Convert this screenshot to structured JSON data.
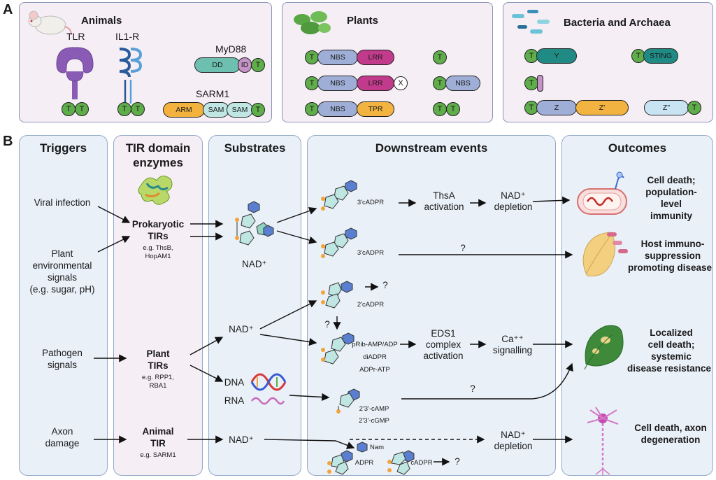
{
  "panelA": {
    "letter": "A",
    "animals": {
      "title": "Animals",
      "tlr": "TLR",
      "il1r": "IL1-R",
      "myd88": "MyD88",
      "sarm1": "SARM1",
      "dd": "DD",
      "id": "ID",
      "arm": "ARM",
      "sam": "SAM",
      "t": "T"
    },
    "plants": {
      "title": "Plants",
      "nbs": "NBS",
      "lrr": "LRR",
      "tpr": "TPR",
      "x": "X",
      "t": "T"
    },
    "bacteria": {
      "title": "Bacteria and Archaea",
      "y": "Y",
      "sting": "STING",
      "z": "Z",
      "zp": "Z'",
      "zpp": "Z\"",
      "t": "T"
    }
  },
  "panelB": {
    "letter": "B",
    "columns": {
      "triggers": "Triggers",
      "enzymes_l1": "TIR domain",
      "enzymes_l2": "enzymes",
      "substrates": "Substrates",
      "downstream": "Downstream events",
      "outcomes": "Outcomes"
    },
    "triggers": {
      "viral": "Viral infection",
      "plant_env_1": "Plant",
      "plant_env_2": "environmental",
      "plant_env_3": "signals",
      "plant_env_4": "(e.g. sugar, pH)",
      "pathogen_1": "Pathogen",
      "pathogen_2": "signals",
      "axon_1": "Axon",
      "axon_2": "damage"
    },
    "enzymes": {
      "prok_1": "Prokaryotic",
      "prok_2": "TIRs",
      "prok_eg_1": "e.g. ThsB,",
      "prok_eg_2": "HopAM1",
      "plant_1": "Plant",
      "plant_2": "TIRs",
      "plant_eg_1": "e.g. RPP1,",
      "plant_eg_2": "RBA1",
      "animal_1": "Animal",
      "animal_2": "TIR",
      "animal_eg": "e.g. SARM1"
    },
    "substrates": {
      "nad1": "NAD⁺",
      "nad2": "NAD⁺",
      "dna": "DNA",
      "rna": "RNA",
      "nad3": "NAD⁺"
    },
    "downstream": {
      "cadpr3a": "3'cADPR",
      "thsa_1": "ThsA",
      "thsa_2": "activation",
      "nad_dep_1": "NAD⁺",
      "nad_dep_2": "depletion",
      "cadpr3b": "3'cADPR",
      "q1": "?",
      "cadpr2": "2'cADPR",
      "q2": "?",
      "q3": "?",
      "prib": "pRib-AMP/ADP",
      "diadpr": "diADPR",
      "adprt": "ADPr-ATP",
      "eds1_1": "EDS1",
      "eds1_2": "complex",
      "eds1_3": "activation",
      "ca_1": "Ca⁺⁺",
      "ca_2": "signalling",
      "q4": "?",
      "camp": "2'3'-cAMP",
      "cgmp": "2'3'-cGMP",
      "nad_dep2_1": "NAD⁺",
      "nad_dep2_2": "depletion",
      "nam": "Nam",
      "adpr": "ADPR",
      "cadpr": "cADPR",
      "q5": "?"
    },
    "outcomes": {
      "o1_1": "Cell death;",
      "o1_2": "population-",
      "o1_3": "level",
      "o1_4": "immunity",
      "o2_1": "Host immuno-",
      "o2_2": "suppression",
      "o2_3": "promoting disease",
      "o3_1": "Localized",
      "o3_2": "cell death;",
      "o3_3": "systemic",
      "o3_4": "disease resistance",
      "o4_1": "Cell death, axon",
      "o4_2": "degeneration"
    }
  },
  "colors": {
    "tir_green": "#5fad4b",
    "purple": "#8a4fa8",
    "nbs": "#9eaed6",
    "lrr": "#c13a8b",
    "tpr": "#f2b340",
    "teal": "#57b7a5",
    "sting": "#1f8b84"
  }
}
